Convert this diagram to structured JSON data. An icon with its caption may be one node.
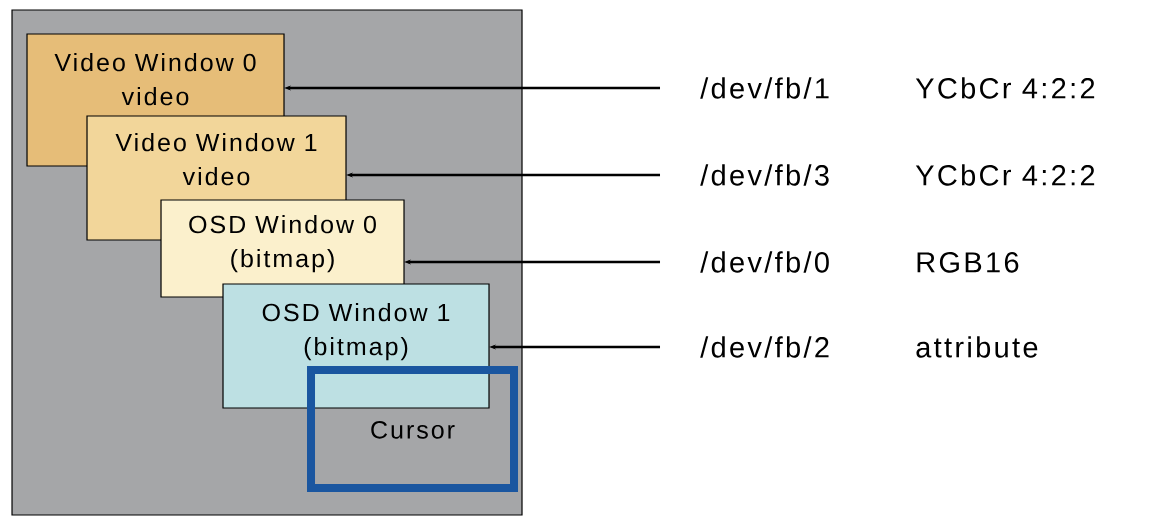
{
  "diagram": {
    "nodes": [
      {
        "text": [],
        "shape": "box"
      },
      {
        "text": [
          "Video Window 0",
          "video"
        ],
        "in": 0
      },
      {
        "text": [
          "Video Window 1",
          "video"
        ],
        "in": 0
      },
      {
        "text": [
          "OSD Window 0",
          "(bitmap)"
        ],
        "in": 0
      },
      {
        "text": [
          "OSD Window 1",
          "(bitmap)"
        ],
        "in": 0
      },
      {
        "text": [
          "Cursor"
        ],
        "in": 0
      },
      {
        "text": [
          "/dev/fb/1"
        ],
        "beside": [
          "YCbCr 4:2:2"
        ]
      },
      {
        "text": [
          "/dev/fb/3"
        ],
        "beside": [
          "YCbCr 4:2:2"
        ]
      },
      {
        "text": [
          "/dev/fb/0"
        ],
        "beside": [
          "RGB16"
        ]
      },
      {
        "text": [
          "/dev/fb/2"
        ],
        "beside": [
          "attribute"
        ]
      }
    ],
    "edges": [
      {
        "from": 6,
        "to": 1,
        "arrow": "to"
      },
      {
        "from": 7,
        "to": 2,
        "arrow": "to"
      },
      {
        "from": 8,
        "to": 3,
        "arrow": "to"
      },
      {
        "from": 9,
        "to": 4,
        "arrow": "to"
      }
    ]
  }
}
